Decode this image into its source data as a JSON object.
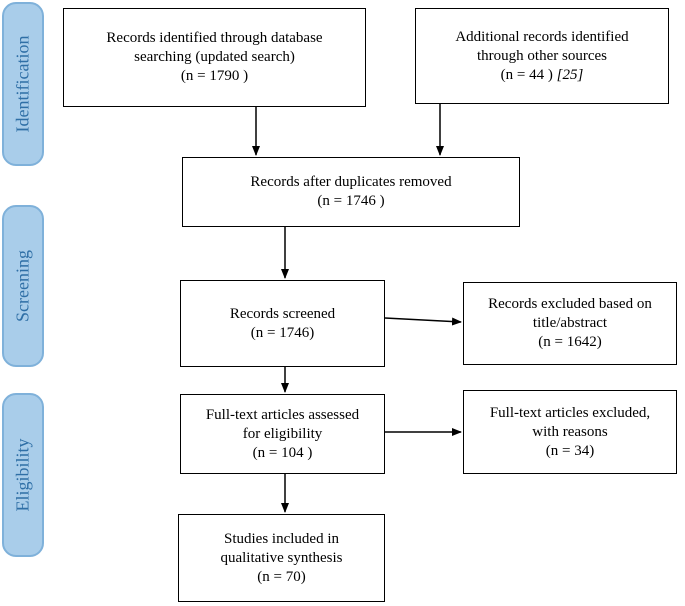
{
  "phases": {
    "identification": "Identification",
    "screening": "Screening",
    "eligibility": "Eligibility"
  },
  "boxes": {
    "db_search": {
      "line1": "Records identified through database",
      "line2": "searching (updated search)",
      "count": "(n =  1790 )"
    },
    "other_sources": {
      "line1": "Additional records identified",
      "line2": "through other sources",
      "count": "(n =  44 )",
      "ref": "[25]"
    },
    "duplicates_removed": {
      "line1": "Records after duplicates removed",
      "count": "(n = 1746 )"
    },
    "screened": {
      "line1": "Records screened",
      "count": "(n =  1746)"
    },
    "excluded_title": {
      "line1": "Records excluded based on",
      "line2": "title/abstract",
      "count": "(n = 1642)"
    },
    "fulltext_assessed": {
      "line1": "Full-text articles assessed",
      "line2": "for eligibility",
      "count": "(n = 104 )"
    },
    "fulltext_excluded": {
      "line1": "Full-text articles excluded,",
      "line2": "with reasons",
      "count": "(n = 34)"
    },
    "included": {
      "line1": "Studies included in",
      "line2": "qualitative synthesis",
      "count": "(n =  70)"
    }
  }
}
